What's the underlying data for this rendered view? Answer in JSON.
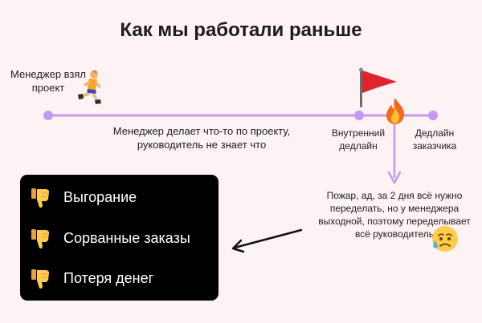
{
  "title": "Как мы работали раньше",
  "timeline": {
    "start_label": "Менеджер взял проект",
    "under_text": "Менеджер делает что-то по проекту, руководитель не знает что",
    "internal_deadline": "Внутренний дедлайн",
    "client_deadline": "Дедлайн заказчика",
    "color": "#c39af0"
  },
  "note": "Пожар, ад, за 2 дня всё нужно переделать, но у менеджера выходной, поэтому переделывает всё руководитель",
  "results": {
    "icon": "thumbs-down-icon",
    "items": [
      {
        "label": "Выгорание"
      },
      {
        "label": "Сорванные заказы"
      },
      {
        "label": "Потеря денег"
      }
    ]
  },
  "colors": {
    "background": "#fdf2f4",
    "card": "#000000",
    "line": "#c39af0",
    "flag": "#e0242f"
  }
}
